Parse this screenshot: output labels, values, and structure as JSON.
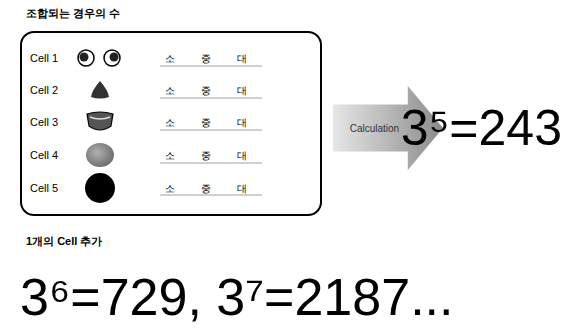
{
  "diagram": {
    "title": "조합되는 경우의 수",
    "nodes": [
      {
        "text": [
          "Cell 1",
          "Cell 2",
          "Cell 3",
          "Cell 4",
          "Cell 5"
        ]
      },
      {
        "text": [
          "Calculation"
        ]
      }
    ],
    "labels": [
      "소",
      "중",
      "대",
      "소",
      "중",
      "대",
      "소",
      "중",
      "대",
      "소",
      "중",
      "대",
      "소",
      "중",
      "대",
      "3⁵=243",
      "1개의 Cell 추가",
      "3⁶=729, 3⁷=2187..."
    ]
  }
}
